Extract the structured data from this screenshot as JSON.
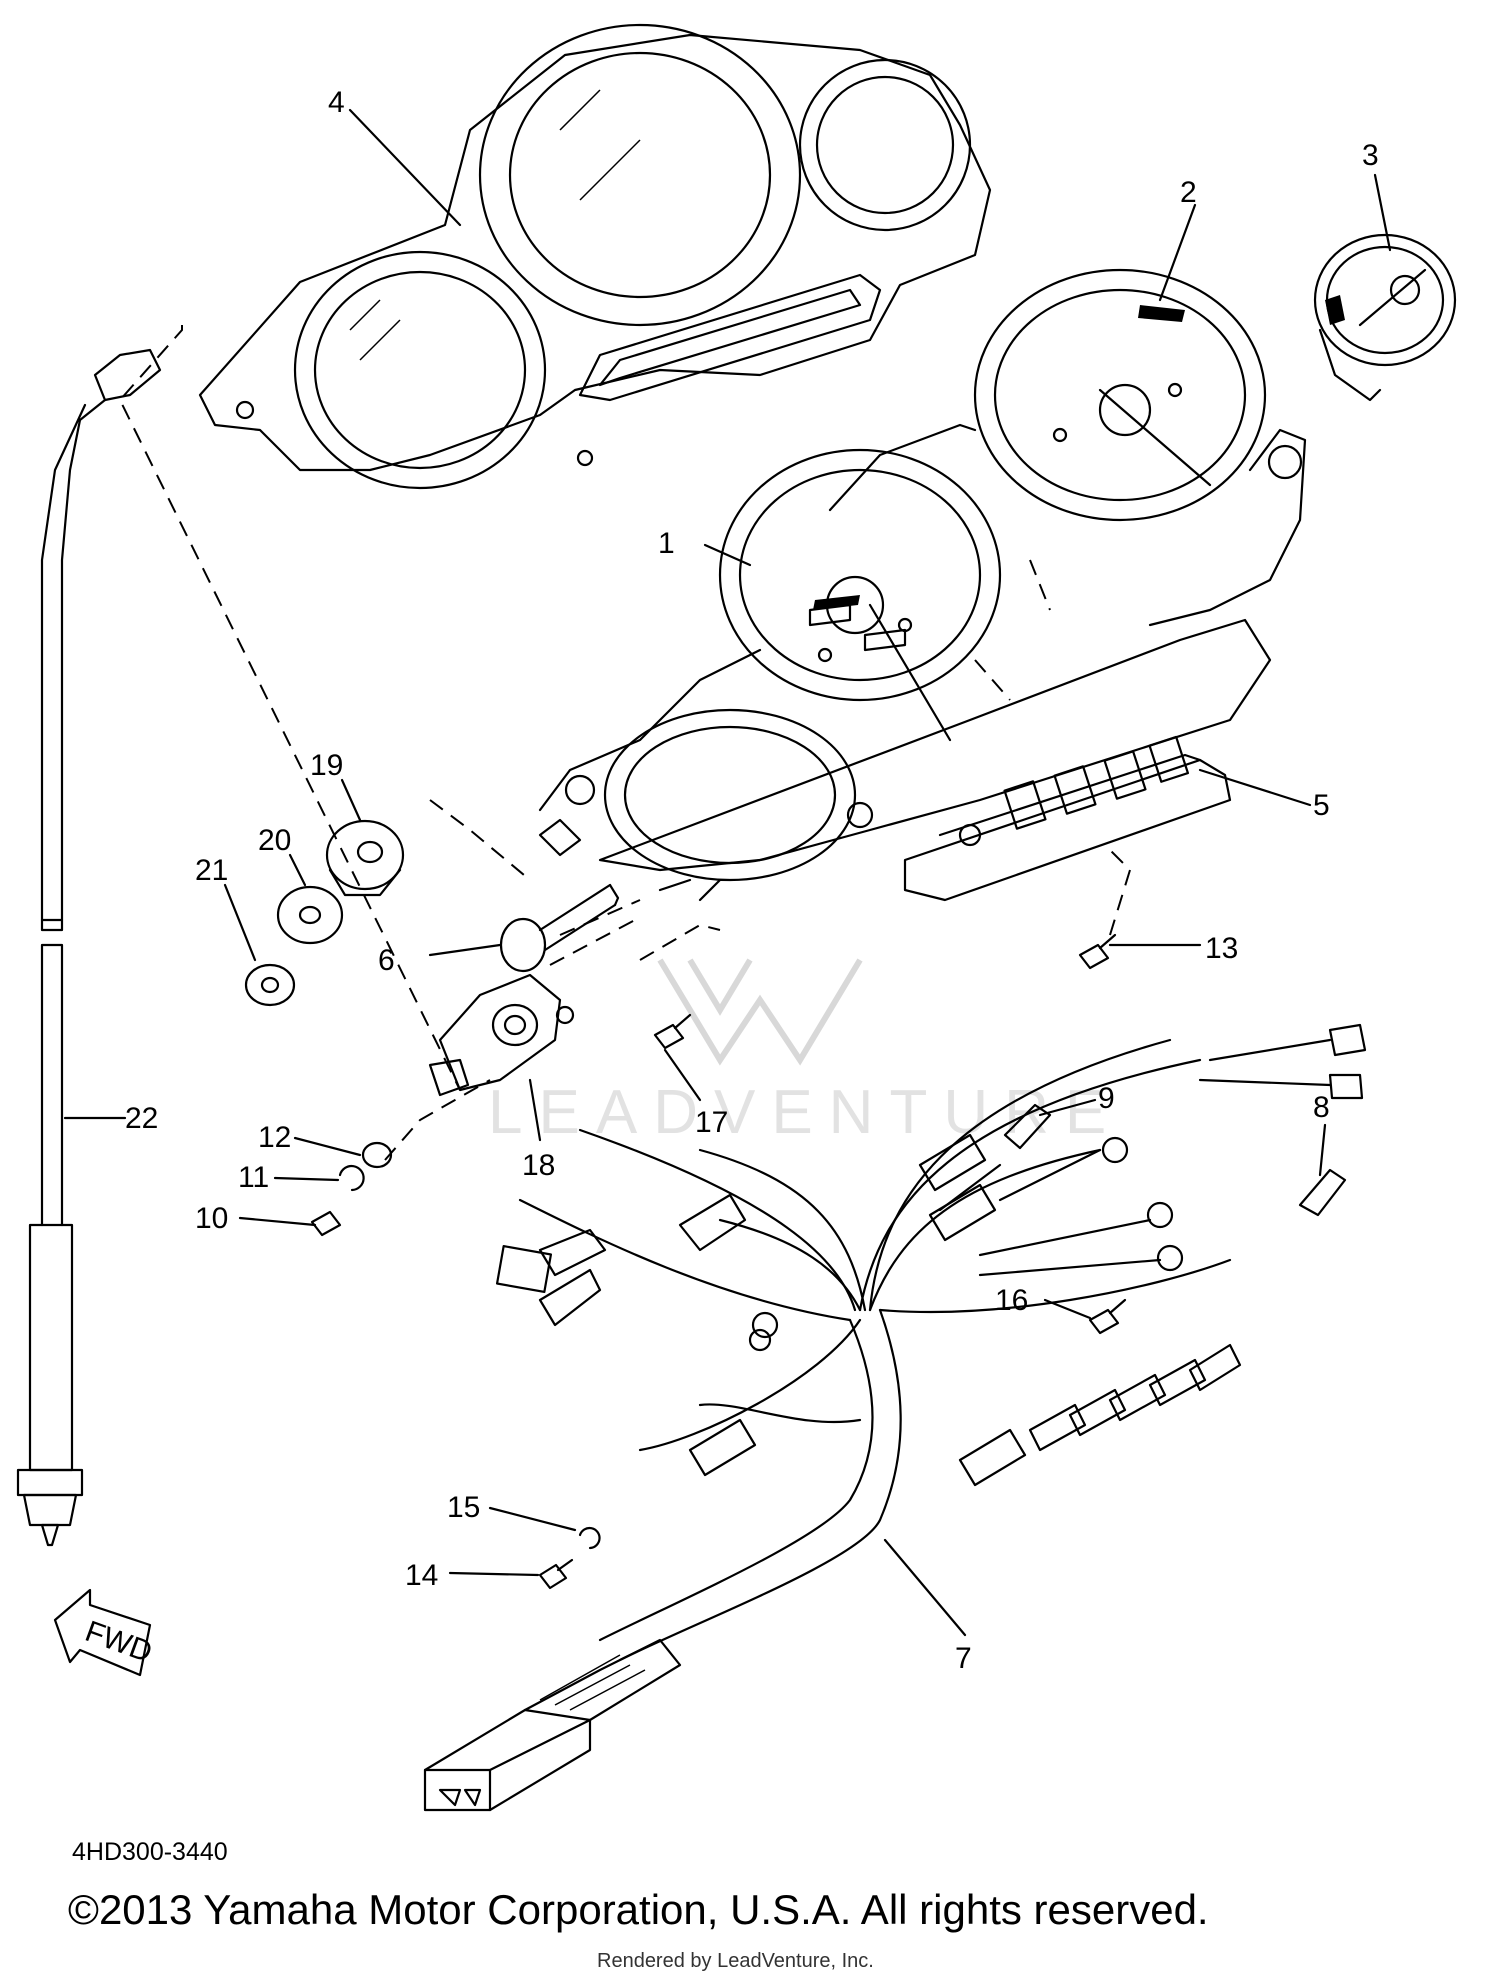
{
  "diagram": {
    "callouts": [
      "1",
      "2",
      "3",
      "4",
      "5",
      "6",
      "7",
      "8",
      "9",
      "10",
      "11",
      "12",
      "13",
      "14",
      "15",
      "16",
      "17",
      "18",
      "19",
      "20",
      "21",
      "22"
    ],
    "arrow_label": "FWD",
    "part_code": "4HD300-3440",
    "copyright": "©2013 Yamaha Motor Corporation, U.S.A. All rights reserved.",
    "watermark": "LEADVENTURE",
    "rendered_by": "Rendered by LeadVenture, Inc."
  }
}
